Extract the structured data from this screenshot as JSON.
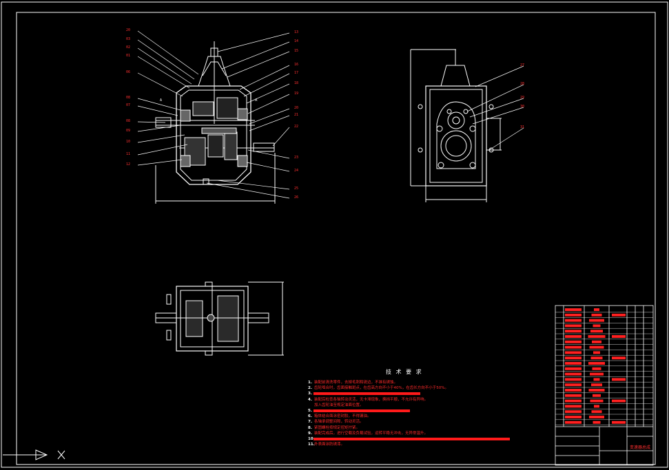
{
  "title_block": {
    "drawing_name": "变速器总成"
  },
  "tech_requirements": {
    "heading": "技 术 要 求",
    "items": [
      {
        "num": "1.",
        "text": "装配前清洗零件，去掉毛刺和锐边，不准有锈蚀。",
        "bar": 0
      },
      {
        "num": "2.",
        "text": "齿轮啮合时，齿面接触斑点，在齿高方向不小于40%，在齿长方向不小于50%。",
        "bar": 0
      },
      {
        "num": "3.",
        "text": "",
        "bar": 155
      },
      {
        "num": "4.",
        "text": "装配后检查各轴转动灵活，无卡滞现象，换挡平顺，不允许有异响。",
        "bar": 0
      },
      {
        "num": "",
        "text": "加入齿轮油至规定油面位置。",
        "bar": 0
      },
      {
        "num": "5.",
        "text": "",
        "bar": 140
      },
      {
        "num": "6.",
        "text": "箱体结合面涂密封胶，不得漏油。",
        "bar": 0
      },
      {
        "num": "7.",
        "text": "各轴承调整间隙，转动灵活。",
        "bar": 0
      },
      {
        "num": "8.",
        "text": "紧固螺栓按规定扭矩拧紧。",
        "bar": 0
      },
      {
        "num": "9.",
        "text": "装配完成后，进行空载及负载试验，运转平稳无冲击，无异常温升。",
        "bar": 0
      },
      {
        "num": "10.",
        "text": "",
        "bar": 285
      },
      {
        "num": "11.",
        "text": "外表面涂防锈漆。",
        "bar": 0
      }
    ]
  },
  "callouts": {
    "left_view": [
      "20",
      "03",
      "02",
      "01",
      "06",
      "08",
      "07",
      "08",
      "09",
      "10",
      "11",
      "12"
    ],
    "right_side": [
      "13",
      "14",
      "15",
      "16",
      "17",
      "18",
      "19",
      "20",
      "21",
      "22",
      "23",
      "24",
      "25",
      "26"
    ],
    "side_view": [
      "27",
      "28",
      "29",
      "30",
      "31"
    ]
  },
  "colors": {
    "line": "#ffffff",
    "accent": "#ff2020",
    "background": "#000000"
  }
}
